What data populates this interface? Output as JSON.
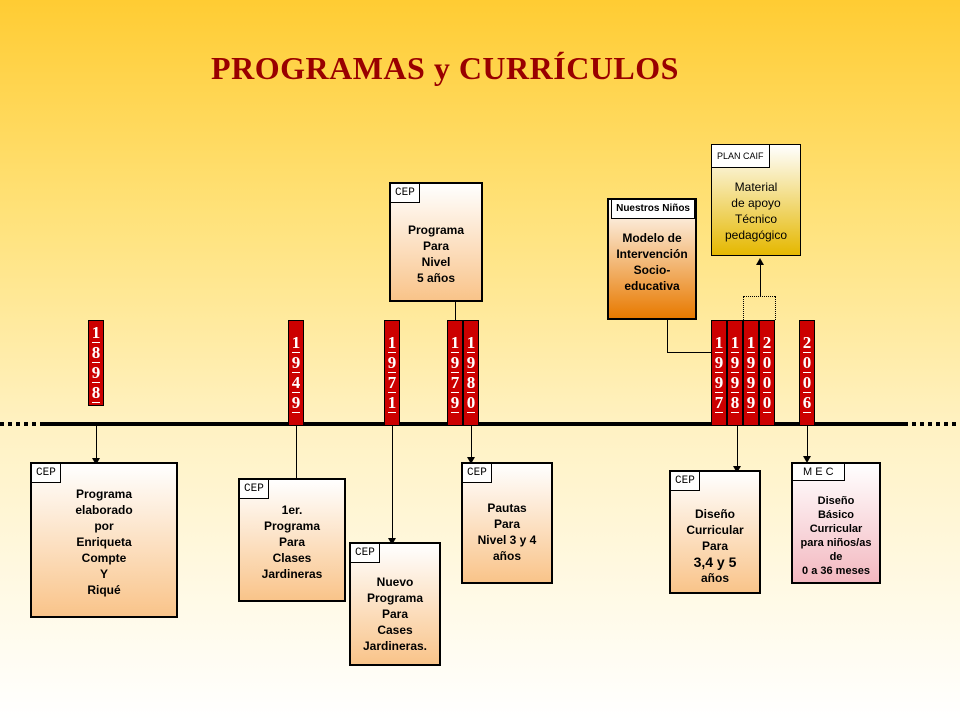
{
  "title": "PROGRAMAS y CURRÍCULOS",
  "years": {
    "y1898": [
      "1",
      "8",
      "9",
      "8"
    ],
    "y1949": [
      "1",
      "9",
      "4",
      "9"
    ],
    "y1971": [
      "1",
      "9",
      "7",
      "1"
    ],
    "y1979": [
      "1",
      "9",
      "7",
      "9"
    ],
    "y1980": [
      "1",
      "9",
      "8",
      "0"
    ],
    "y1997": [
      "1",
      "9",
      "9",
      "7"
    ],
    "y1998": [
      "1",
      "9",
      "9",
      "8"
    ],
    "y1999": [
      "1",
      "9",
      "9",
      "9"
    ],
    "y2000": [
      "2",
      "0",
      "0",
      "0"
    ],
    "y2006": [
      "2",
      "0",
      "0",
      "6"
    ]
  },
  "boxes": {
    "b1898": {
      "tag": "CEP",
      "lines": [
        "Programa",
        "elaborado",
        "por",
        "Enriqueta",
        "Compte",
        "Y",
        "Riqué"
      ]
    },
    "b1949": {
      "tag": "CEP",
      "lines": [
        "1er.",
        "Programa",
        "Para",
        "Clases",
        "Jardineras"
      ]
    },
    "b1971": {
      "tag": "CEP",
      "lines": [
        "Nuevo",
        "Programa",
        "Para",
        "Cases",
        "Jardineras."
      ]
    },
    "b1979": {
      "tag": "CEP",
      "lines": [
        "Programa",
        "Para",
        "Nivel",
        "5 años"
      ]
    },
    "b1980": {
      "tag": "CEP",
      "lines": [
        "Pautas",
        "Para",
        "Nivel 3 y 4",
        "años"
      ]
    },
    "bnn": {
      "tag": "Nuestros Niños",
      "lines": [
        "Modelo de",
        "Intervención",
        "Socio-",
        "educativa"
      ]
    },
    "bcaif": {
      "tag": "PLAN CAIF",
      "lines": [
        "Material",
        "de apoyo",
        "Técnico",
        "pedagógico"
      ]
    },
    "b1997": {
      "tag": "CEP",
      "lines": [
        "Diseño",
        "Curricular",
        "Para",
        "3,4 y 5",
        "años"
      ]
    },
    "b2006": {
      "tag": "M E C",
      "lines": [
        "Diseño",
        "Básico",
        "Curricular",
        "para niños/as",
        "de",
        "0 a 36 meses"
      ]
    }
  }
}
